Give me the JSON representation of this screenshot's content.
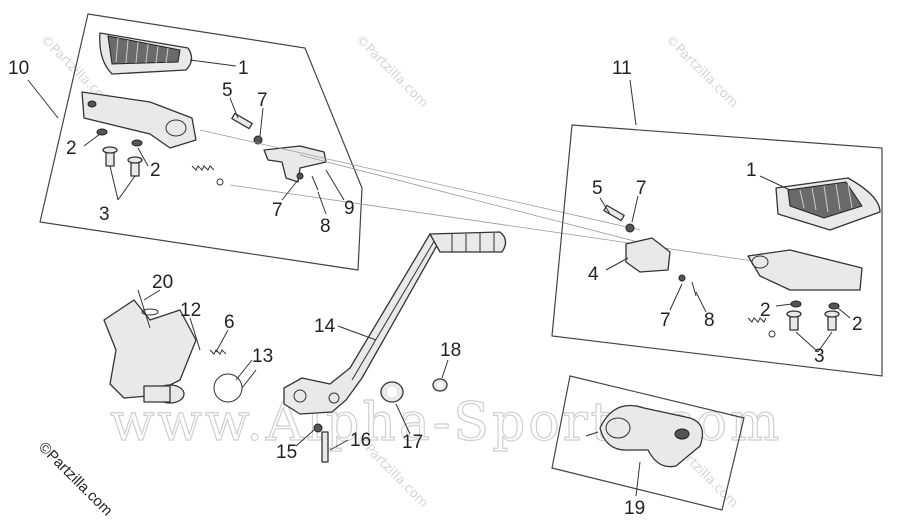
{
  "watermarks": {
    "partzilla": "©Partzilla.com",
    "alpha": "www.Alpha-Sports.com"
  },
  "callouts": {
    "left_assembly": [
      "10",
      "1",
      "5",
      "7",
      "2",
      "2",
      "3",
      "7",
      "9",
      "8"
    ],
    "right_assembly": [
      "11",
      "1",
      "5",
      "7",
      "4",
      "7",
      "8",
      "2",
      "2",
      "3"
    ],
    "lever": [
      "20",
      "12",
      "6",
      "13",
      "14",
      "18",
      "15",
      "16",
      "17"
    ],
    "cover": [
      "19"
    ]
  }
}
